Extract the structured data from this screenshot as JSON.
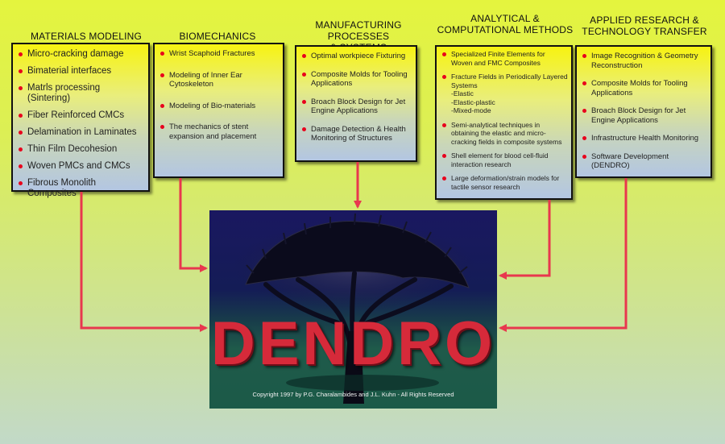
{
  "columns": [
    {
      "title": "MATERIALS MODELING",
      "items": [
        {
          "text": "Micro-cracking damage"
        },
        {
          "text": "Bimaterial interfaces"
        },
        {
          "text": "Matrls processing (Sintering)"
        },
        {
          "text": "Fiber Reinforced CMCs"
        },
        {
          "text": "Delamination in Laminates"
        },
        {
          "text": "Thin Film Decohesion"
        },
        {
          "text": "Woven PMCs and CMCs"
        },
        {
          "text": "Fibrous Monolith Composites"
        }
      ]
    },
    {
      "title": "BIOMECHANICS",
      "items": [
        {
          "text": "Wrist Scaphoid Fractures"
        },
        {
          "text": "Modeling of Inner Ear Cytoskeleton"
        },
        {
          "text": "Modeling of Bio-materials"
        },
        {
          "text": "The mechanics of stent expansion and placement"
        }
      ]
    },
    {
      "title_line1": "MANUFACTURING PROCESSES",
      "title_line2": "& SYSTEMS",
      "items": [
        {
          "text": "Optimal workpiece Fixturing"
        },
        {
          "text": "Composite Molds for Tooling Applications"
        },
        {
          "text": "Broach Block Design for Jet Engine Applications"
        },
        {
          "text": "Damage Detection & Health Monitoring of Structures"
        }
      ]
    },
    {
      "title_line1": "ANALYTICAL &",
      "title_line2": "COMPUTATIONAL METHODS",
      "items": [
        {
          "text": "Specialized Finite Elements for Woven and FMC Composites"
        },
        {
          "text": "Fracture Fields in Periodically Layered Systems",
          "subitems": [
            "-Elastic",
            "-Elastic-plastic",
            "-Mixed-mode"
          ]
        },
        {
          "text": "Semi-analytical techniques in obtaining the elastic and micro-cracking fields in composite systems"
        },
        {
          "text": "Shell element for blood cell-fluid interaction research"
        },
        {
          "text": "Large deformation/strain models for tactile sensor research"
        }
      ]
    },
    {
      "title_line1": "APPLIED RESEARCH &",
      "title_line2": "TECHNOLOGY TRANSFER",
      "items": [
        {
          "text": "Image Recognition & Geometry Reconstruction"
        },
        {
          "text": "Composite Molds for Tooling Applications"
        },
        {
          "text": "Broach Block Design for Jet Engine Applications"
        },
        {
          "text": "Infrastructure Health Monitoring"
        },
        {
          "text": "Software Development (DENDRO)"
        }
      ]
    }
  ],
  "center": {
    "title": "DENDRO",
    "copyright": "Copyright 1997 by P.G. Charalambides and J.L. Kuhn - All Rights Reserved"
  },
  "colors": {
    "arrow": "#e8374e",
    "bullet": "#e8001c"
  }
}
